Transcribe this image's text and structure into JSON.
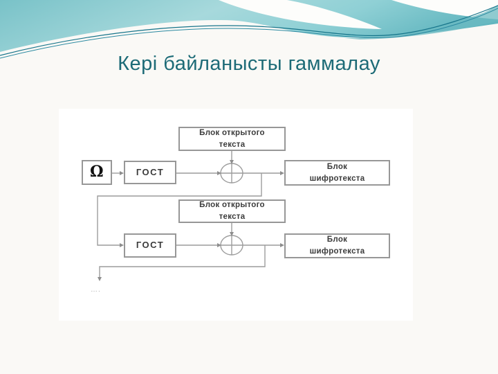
{
  "slide": {
    "title": "Кері байланысты гаммалау"
  },
  "diagram": {
    "omega_symbol": "Ω",
    "rows": [
      {
        "plaintext_block": "Блок открытого\nтекста",
        "gost": "ГОСТ",
        "ciphertext_block": "Блок\nшифротекста"
      },
      {
        "plaintext_block": "Блок открытого\nтекста",
        "gost": "ГОСТ",
        "ciphertext_block": "Блок\nшифротекста"
      }
    ],
    "continuation_mark": "…."
  },
  "colors": {
    "title_text": "#1d6b77",
    "wave_teal": "#7cc4ca",
    "wave_teal_light": "#a7d9dc",
    "wave_outline": "#16748a",
    "diagram_line": "#9c9c9c",
    "box_border": "#979797",
    "box_text": "#3b3b3b"
  }
}
